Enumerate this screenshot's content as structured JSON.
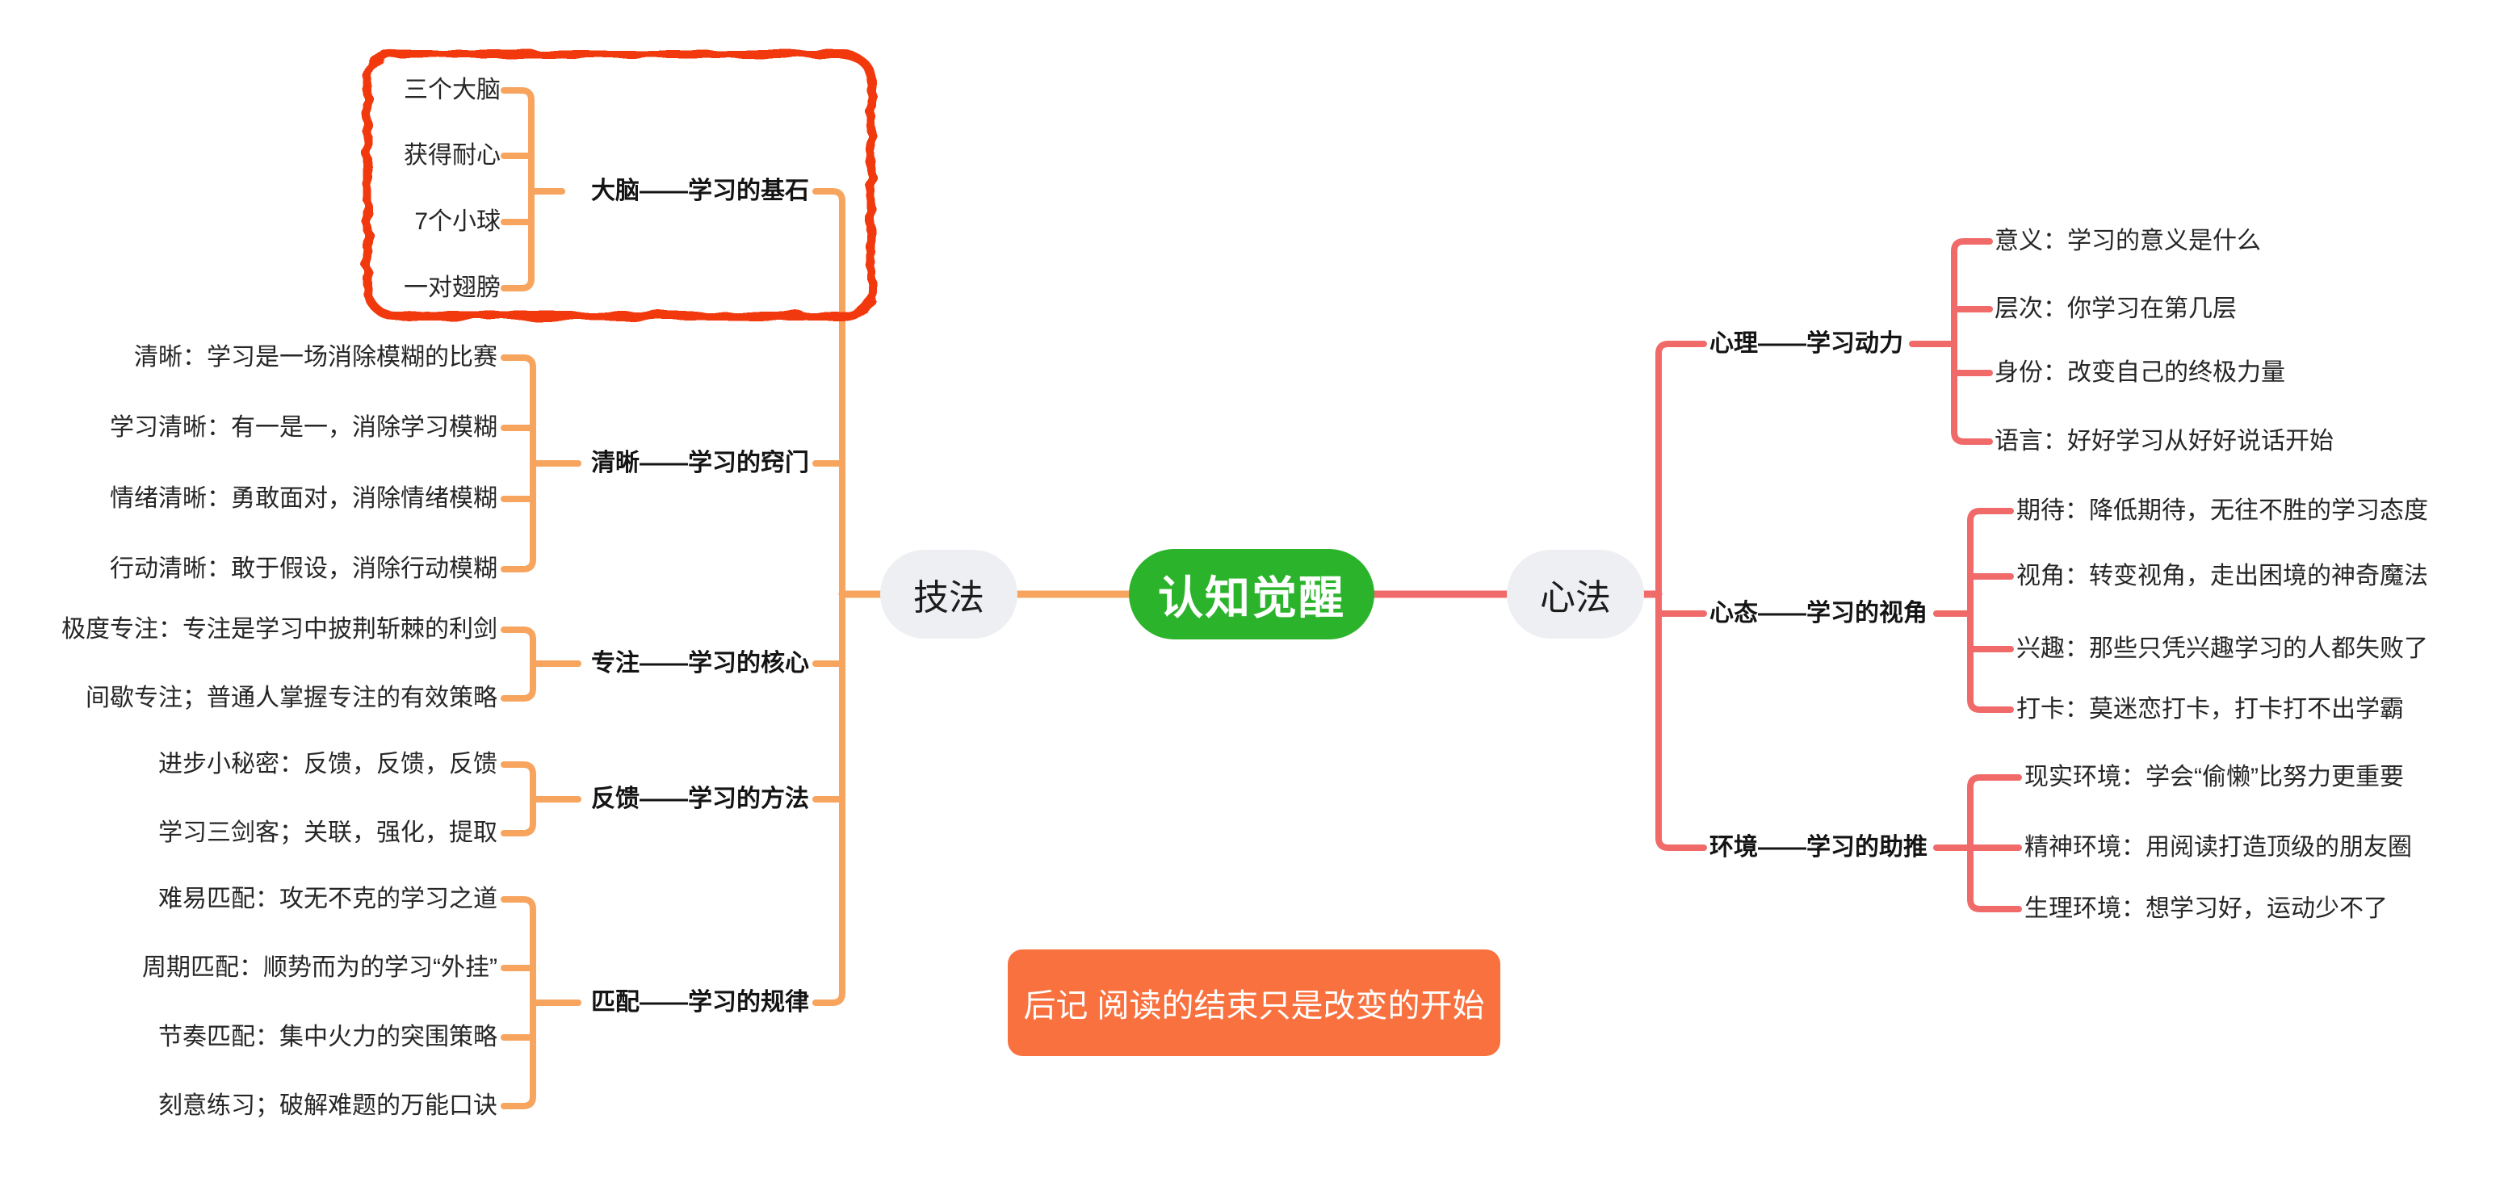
{
  "root": {
    "label": "认知觉醒"
  },
  "left_side": {
    "label": "技法",
    "branches": [
      {
        "label": "大脑——学习的基石",
        "boundary": true,
        "children": [
          "三个大脑",
          "获得耐心",
          "7个小球",
          "一对翅膀"
        ]
      },
      {
        "label": "清晰——学习的窍门",
        "children": [
          "清晰：学习是一场消除模糊的比赛",
          "学习清晰：有一是一，消除学习模糊",
          "情绪清晰：勇敢面对，消除情绪模糊",
          "行动清晰：敢于假设，消除行动模糊"
        ]
      },
      {
        "label": "专注——学习的核心",
        "children": [
          "极度专注：专注是学习中披荆斩棘的利剑",
          "间歇专注；普通人掌握专注的有效策略"
        ]
      },
      {
        "label": "反馈——学习的方法",
        "children": [
          "进步小秘密：反馈，反馈，反馈",
          "学习三剑客；关联，强化，提取"
        ]
      },
      {
        "label": "匹配——学习的规律",
        "children": [
          "难易匹配：攻无不克的学习之道",
          "周期匹配：顺势而为的学习“外挂”",
          "节奏匹配：集中火力的突围策略",
          "刻意练习；破解难题的万能口诀"
        ]
      }
    ]
  },
  "right_side": {
    "label": "心法",
    "branches": [
      {
        "label": "心理——学习动力",
        "children": [
          "意义：学习的意义是什么",
          "层次：你学习在第几层",
          "身份：改变自己的终极力量",
          "语言：好好学习从好好说话开始"
        ]
      },
      {
        "label": "心态——学习的视角",
        "children": [
          "期待：降低期待，无往不胜的学习态度",
          "视角：转变视角，走出困境的神奇魔法",
          "兴趣：那些只凭兴趣学习的人都失败了",
          "打卡：莫迷恋打卡，打卡打不出学霸"
        ]
      },
      {
        "label": "环境——学习的助推",
        "children": [
          "现实环境：学会“偷懒”比努力更重要",
          "精神环境：用阅读打造顶级的朋友圈",
          "生理环境：想学习好，运动少不了"
        ]
      }
    ]
  },
  "postscript": {
    "label": "后记 阅读的结束只是改变的开始"
  },
  "colors": {
    "left_connector": "#F7A45F",
    "right_connector": "#F16A6A",
    "root_fill": "#2BB42B",
    "boundary_red": "#F23911",
    "postscript_fill": "#F8713F",
    "side_pill_fill": "#EDEFF2"
  }
}
